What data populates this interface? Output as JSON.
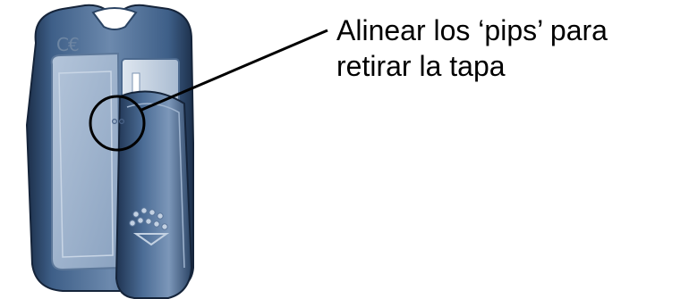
{
  "caption": {
    "line1": "Alinear los ‘pips’ para",
    "line2": "retirar la tapa"
  },
  "device": {
    "mark_text": "C€",
    "callout_shape": "circle"
  },
  "colors": {
    "body_dark": "#1f3350",
    "body_mid": "#3a5a82",
    "body_light": "#8ea6c4",
    "panel": "#9fb4cf",
    "callout": "#000000"
  }
}
